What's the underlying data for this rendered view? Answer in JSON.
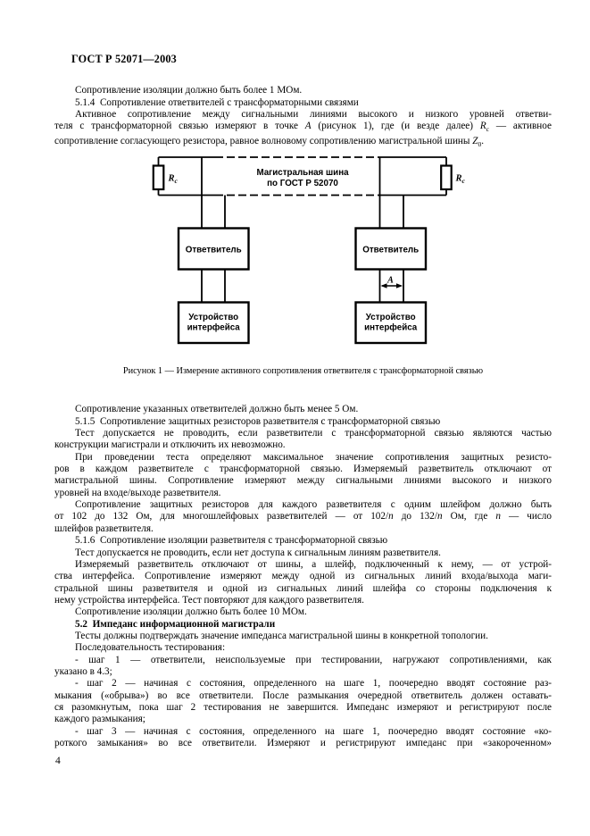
{
  "page": {
    "header": "ГОСТ Р 52071—2003",
    "page_number": "4"
  },
  "colors": {
    "ink": "#000000",
    "paper": "#ffffff"
  },
  "text_top": {
    "lines": [
      {
        "html": "Сопротивление изоляции должно быть более 1 МОм.",
        "i": true
      },
      {
        "html": "5.1.4&nbsp; Сопротивление ответвителей с трансформаторными связями",
        "i": true
      },
      {
        "html": "Активное сопротивление между сигнальными линиями высокого и низкого уровней ответви-",
        "i": true,
        "j": true
      },
      {
        "html": "теля с трансформаторной связью измеряют в точке <i>А</i> (рисунок 1), где (и везде далее) <i>R</i><sub>с</sub> — активное",
        "j": true
      },
      {
        "html": "сопротивление согласующего резистора, равное волновому сопротивлению магистральной шины <i>Z</i><sub>0</sub>."
      }
    ]
  },
  "figure": {
    "bus_label_line1": "Магистральная шина",
    "bus_label_line2": "по ГОСТ Р 52070",
    "terminator_label_main": "R",
    "terminator_label_sub": "с",
    "coupler_label": "Ответвитель",
    "interface_label_line1": "Устройство",
    "interface_label_line2": "интерфейса",
    "measure_point_label": "А",
    "caption": "Рисунок 1 — Измерение активного сопротивления ответвителя с трансформаторной связью"
  },
  "text_bottom": {
    "lines": [
      {
        "html": "Сопротивление указанных ответвителей должно быть менее 5 Ом.",
        "i": true
      },
      {
        "html": "5.1.5&nbsp; Сопротивление защитных резисторов разветвителя с трансформаторной связью",
        "i": true
      },
      {
        "html": "Тест допускается не проводить, если разветвители с трансформаторной связью являются частью",
        "i": true,
        "j": true
      },
      {
        "html": "конструкции магистрали и отключить их невозможно."
      },
      {
        "html": "При проведении теста определяют максимальное значение сопротивления защитных резисто-",
        "i": true,
        "j": true
      },
      {
        "html": "ров в каждом разветвителе с трансформаторной связью. Измеряемый разветвитель отключают от",
        "j": true
      },
      {
        "html": "магистральной шины. Сопротивление измеряют между сигнальными линиями высокого и низкого",
        "j": true
      },
      {
        "html": "уровней на входе/выходе разветвителя."
      },
      {
        "html": "Сопротивление защитных резисторов для каждого разветвителя с одним шлейфом должно быть",
        "i": true,
        "j": true
      },
      {
        "html": "от 102 до 132 Ом, для многошлейфовых разветвителей — от 102/<i>n</i> до 132/<i>n</i> Ом, где <i>n</i> — число",
        "j": true
      },
      {
        "html": "шлейфов разветвителя."
      },
      {
        "html": "5.1.6&nbsp; Сопротивление изоляции разветвителя с трансформаторной связью",
        "i": true
      },
      {
        "html": "Тест допускается не проводить, если нет доступа к сигнальным линиям разветвителя.",
        "i": true
      },
      {
        "html": "Измеряемый разветвитель отключают от шины, а шлейф, подключенный к нему, — от устрой-",
        "i": true,
        "j": true
      },
      {
        "html": "ства интерфейса. Сопротивление измеряют между одной из сигнальных линий входа/выхода маги-",
        "j": true
      },
      {
        "html": "стральной шины разветвителя и одной из сигнальных линий шлейфа со стороны подключения к",
        "j": true
      },
      {
        "html": "нему устройства интерфейса. Тест повторяют для каждого разветвителя."
      },
      {
        "html": "Сопротивление изоляции должно быть более 10 МОм.",
        "i": true
      },
      {
        "html": "5.2&nbsp; Импеданс информационной магистрали",
        "i": true,
        "b": true
      },
      {
        "html": "Тесты должны подтверждать значение импеданса магистральной шины в конкретной топологии.",
        "i": true
      },
      {
        "html": "Последовательность тестирования:",
        "i": true
      },
      {
        "html": "- шаг 1 — ответвители, неиспользуемые при тестировании, нагружают сопротивлениями, как",
        "i": true,
        "j": true
      },
      {
        "html": "указано в 4.3;"
      },
      {
        "html": "- шаг 2 — начиная с состояния, определенного на шаге 1, поочередно вводят состояние раз-",
        "i": true,
        "j": true
      },
      {
        "html": "мыкания («обрыва») во все ответвители. После размыкания очередной ответвитель должен оставать-",
        "j": true
      },
      {
        "html": "ся разомкнутым, пока шаг 2 тестирования не завершится. Импеданс измеряют и регистрируют после",
        "j": true
      },
      {
        "html": "каждого размыкания;"
      },
      {
        "html": "- шаг 3 — начиная с состояния, определенного на шаге 1, поочередно вводят состояние «ко-",
        "i": true,
        "j": true
      },
      {
        "html": "роткого замыкания» во все ответвители. Измеряют и регистрируют импеданс при «закороченном»",
        "j": true
      }
    ]
  }
}
